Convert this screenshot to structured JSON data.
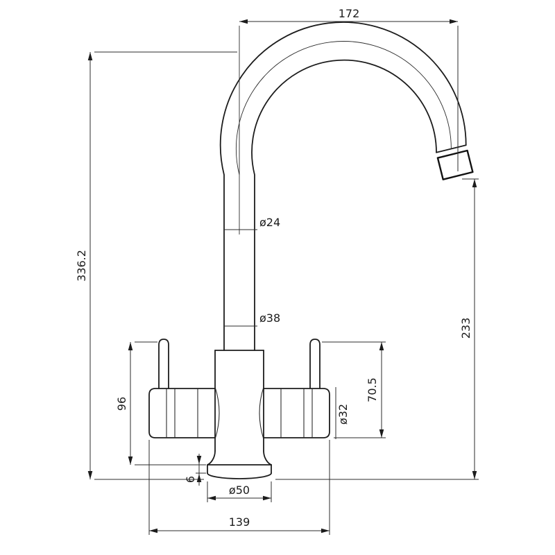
{
  "colors": {
    "background": "#ffffff",
    "line": "#1c1c1c"
  },
  "drawing": {
    "dims": {
      "spout_reach": "172",
      "overall_height": "336.2",
      "outlet_height": "233",
      "spout_tube_diameter": "ø24",
      "column_diameter": "ø38",
      "handle_diameter": "ø32",
      "handle_height": "70.5",
      "lever_overall_height": "96",
      "base_plate_thickness": "6",
      "base_diameter": "ø50",
      "overall_width": "139"
    }
  }
}
